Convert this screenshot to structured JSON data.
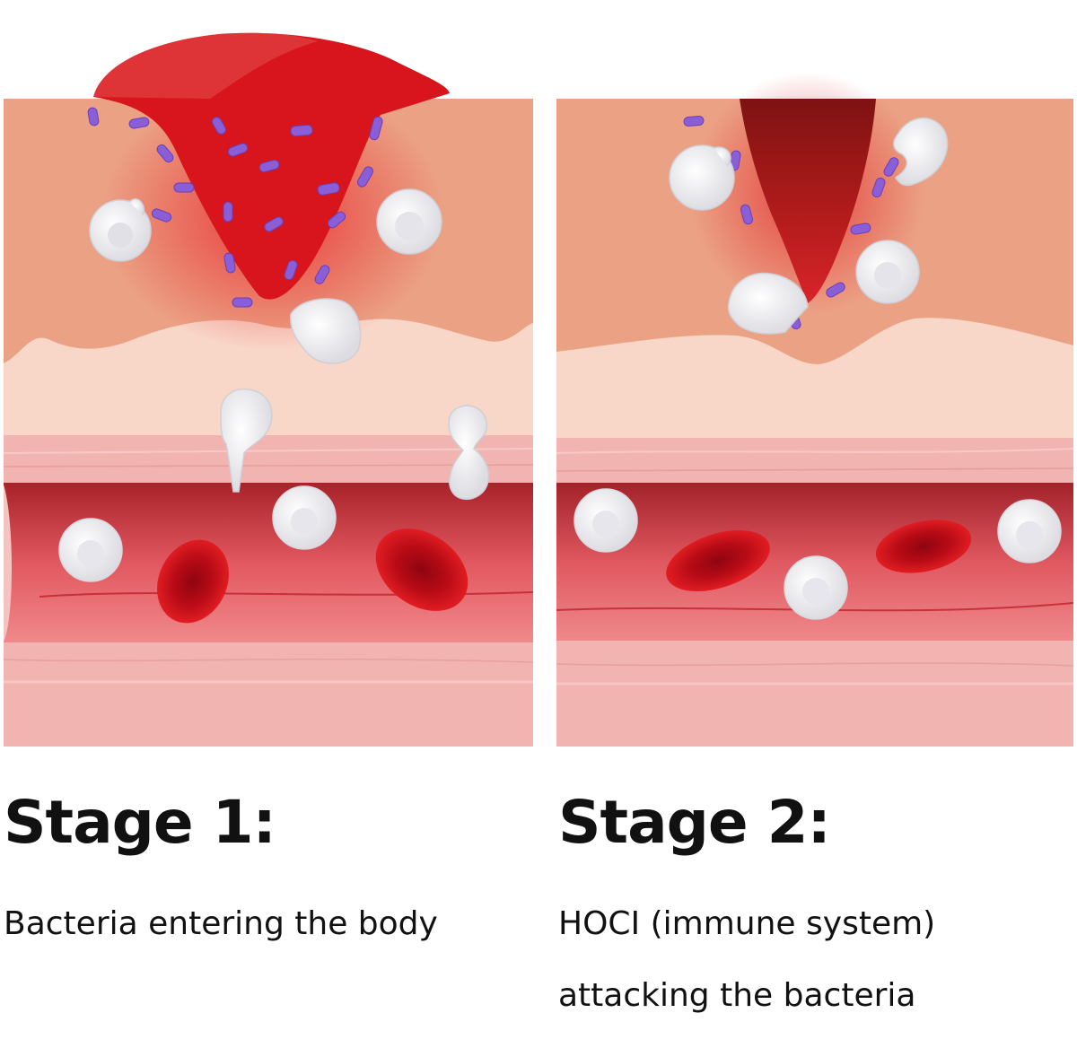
{
  "stages": [
    {
      "title": "Stage 1:",
      "caption": "Bacteria entering the body"
    },
    {
      "title": "Stage 2:",
      "caption_line1": "HOCI (immune system)",
      "caption_line2": "attacking the bacteria"
    }
  ],
  "colors": {
    "tissue": "#eba184",
    "dermis": "#f8d6c8",
    "vessel_wall": "#f2b4b0",
    "vessel_lumen": "#d9444b",
    "wound": "#d8151c",
    "scab": "#8e1717",
    "bacteria": "#8a5ed6",
    "white_cell": "#f4f4f6",
    "red_cell": "#c9101a"
  }
}
